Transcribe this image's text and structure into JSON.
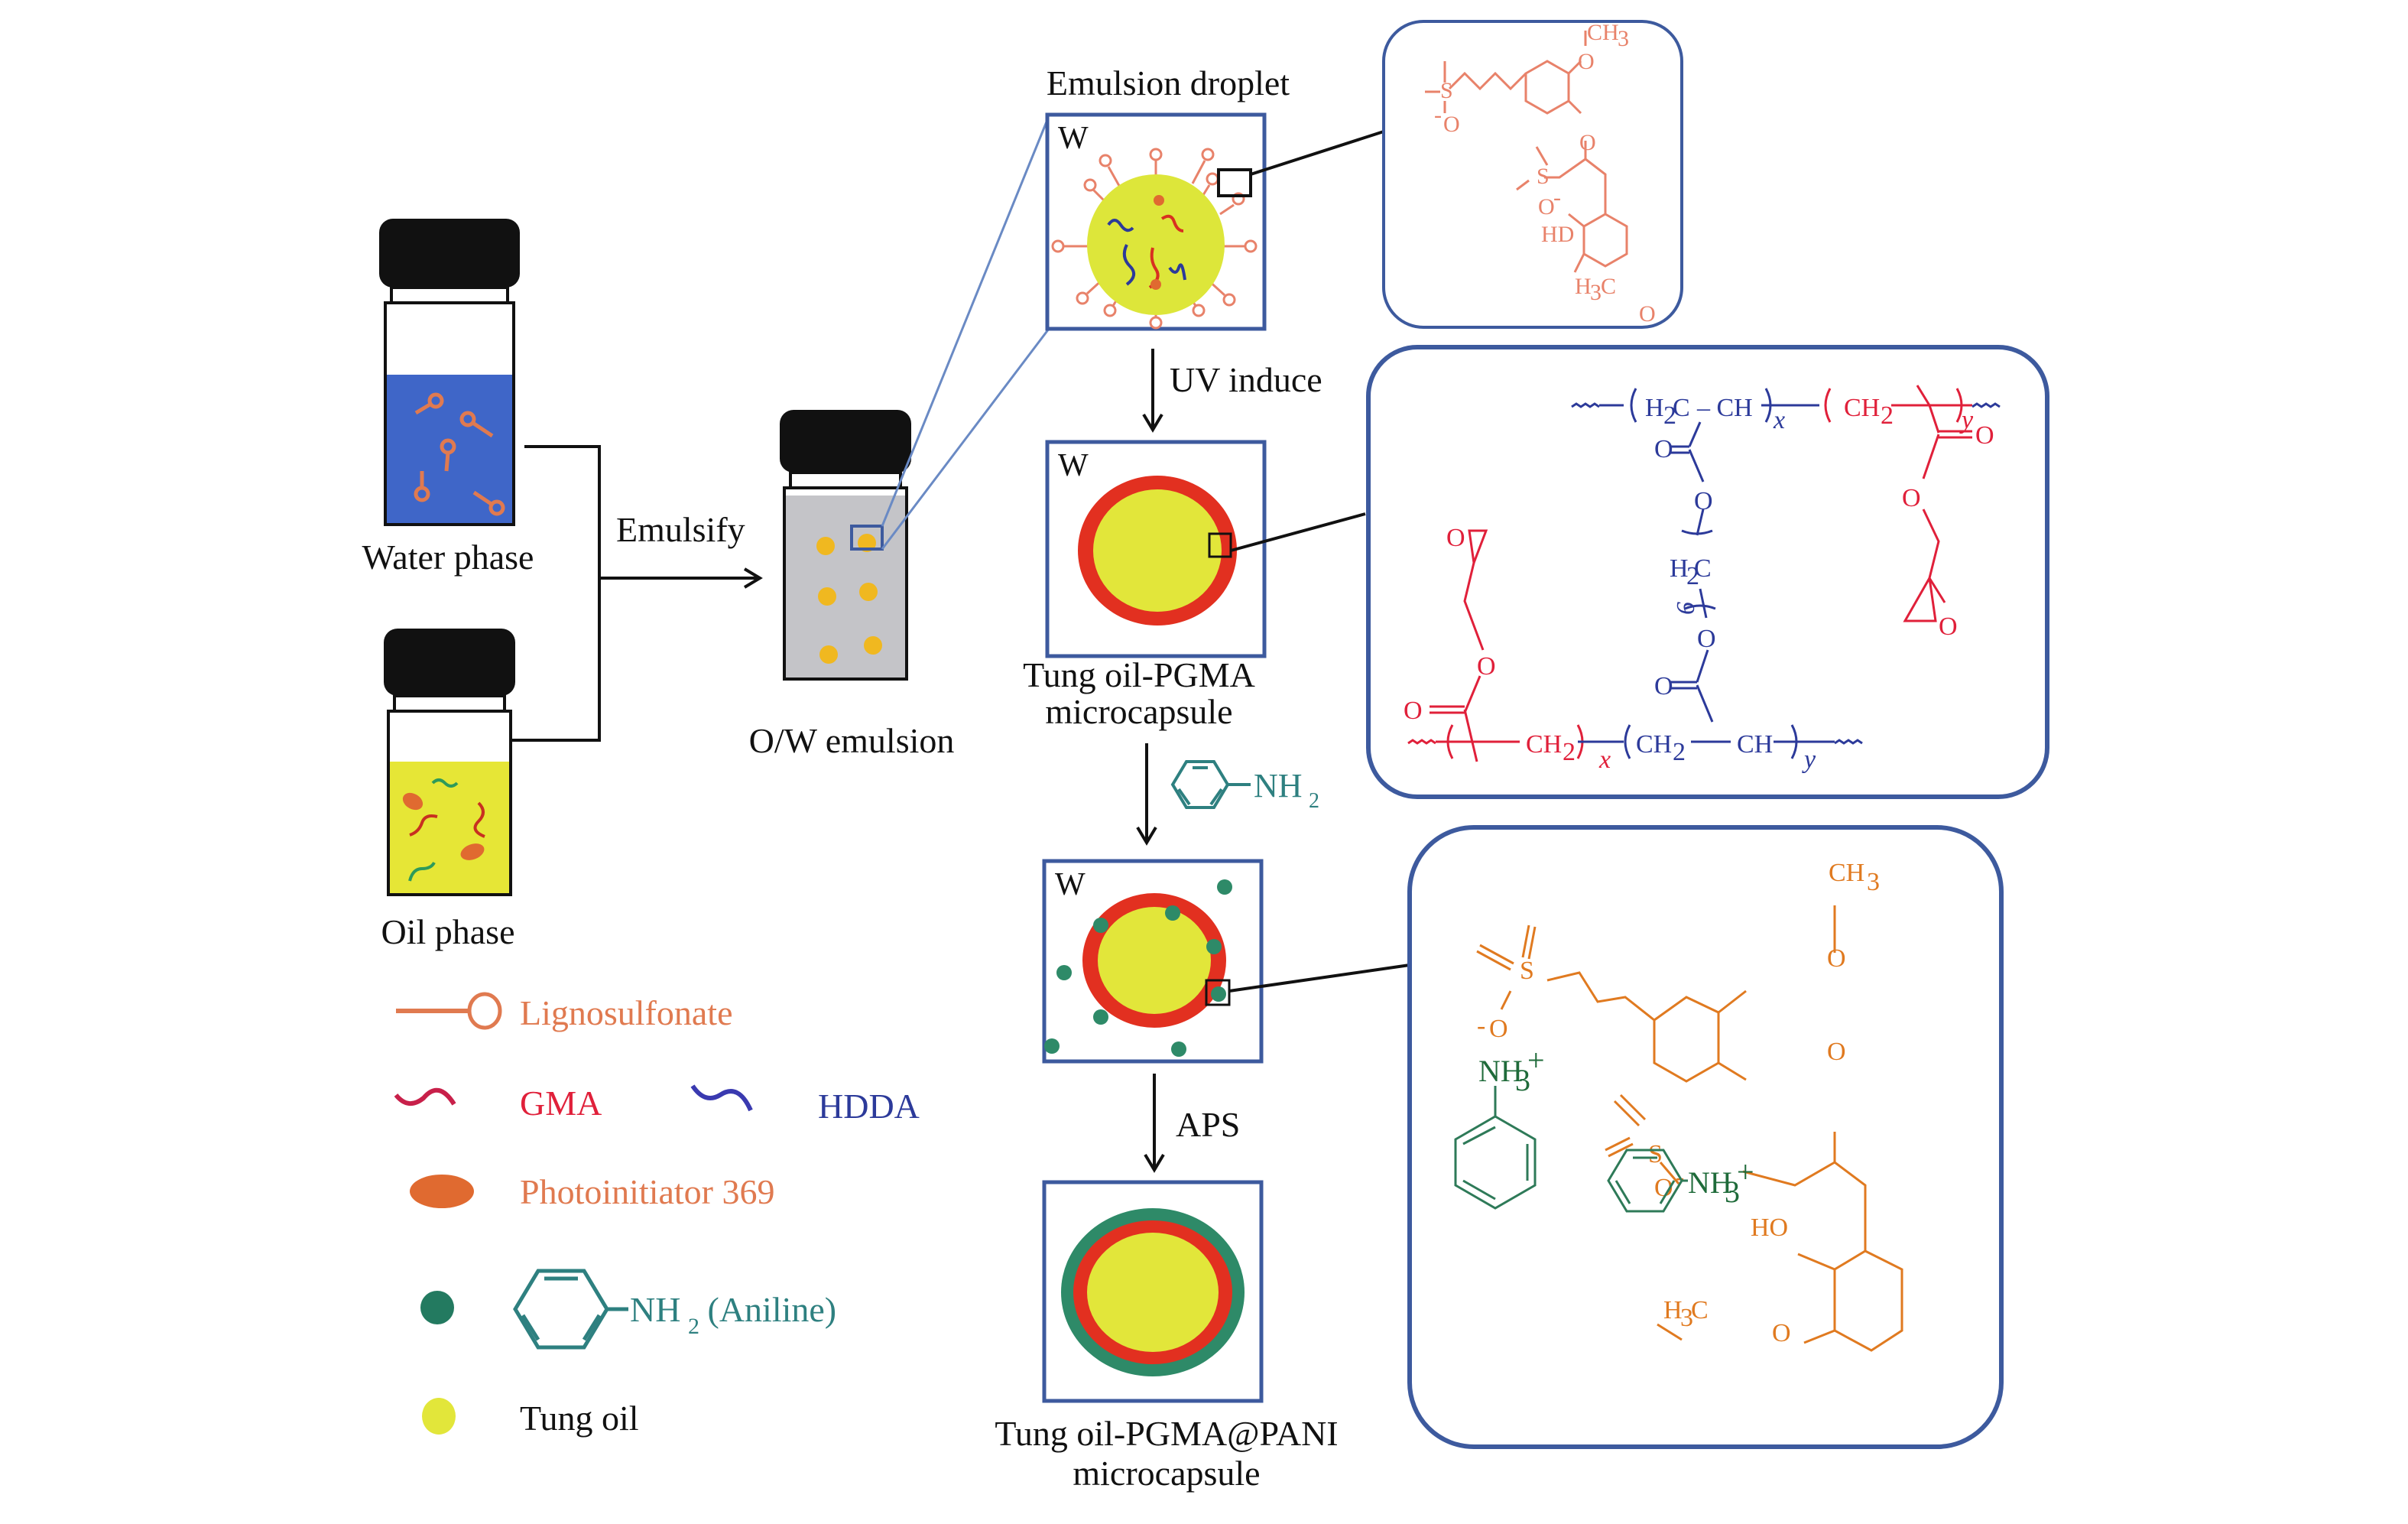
{
  "vials": {
    "water": {
      "label": "Water phase",
      "liquid_color": "#3f66c8"
    },
    "oil": {
      "label": "Oil phase",
      "liquid_color": "#e6e636"
    },
    "emulsion": {
      "label": "O/W emulsion",
      "liquid_color": "#c4c4c8"
    }
  },
  "process": {
    "emulsify_label": "Emulsify",
    "uv_label": "UV induce",
    "aps_label": "APS",
    "aniline_label": "NH",
    "aniline_sub": "2"
  },
  "stages": {
    "droplet": {
      "title": "Emulsion droplet",
      "phase_mark": "W"
    },
    "pgma": {
      "phase_mark": "W",
      "caption_line1": "Tung oil-PGMA",
      "caption_line2": "microcapsule"
    },
    "aniline": {
      "phase_mark": "W"
    },
    "pani": {
      "caption_line1": "Tung oil-PGMA@PANI",
      "caption_line2": "microcapsule"
    }
  },
  "structures": {
    "lignosulfonate": {
      "ch3": "CH",
      "sub3": "3",
      "o": "O",
      "o_minus": "O",
      "s": "S",
      "hd": "HD",
      "h3c": "H",
      "c": "C",
      "minus": "-"
    },
    "polymer": {
      "h2c": "H",
      "c": "C",
      "dash_ch": "– CH",
      "ch2": "CH",
      "sub2": "2",
      "x": "x",
      "y": "y",
      "o": "O",
      "n6": "6",
      "ch": "CH"
    },
    "pani_complex": {
      "ch3": "CH",
      "sub3": "3",
      "o": "O",
      "s": "S",
      "nh3": "NH",
      "plus": "+",
      "ho": "HO",
      "h3c": "H",
      "c": "C",
      "minus": "-"
    }
  },
  "legend": [
    {
      "icon": "lignosulfonate-icon",
      "label": "Lignosulfonate",
      "color": "#e07a50"
    },
    {
      "icon": "gma-icon",
      "label": "GMA",
      "color": "#e0203a"
    },
    {
      "icon": "hdda-icon",
      "label": "HDDA",
      "color": "#2c3a9a"
    },
    {
      "icon": "photoinitiator-icon",
      "label": "Photoinitiator 369",
      "color": "#e07a50"
    },
    {
      "icon": "aniline-icon",
      "label": "NH",
      "sub": "2",
      "suffix": " (Aniline)",
      "color": "#2e8080"
    },
    {
      "icon": "tung-oil-icon",
      "label": "Tung oil",
      "color": "#111111"
    }
  ],
  "colors": {
    "panel_border": "#3d5a9e",
    "tung_oil": "#e2e63a",
    "shell_red": "#e23020",
    "pani_green": "#2e8a68",
    "lignin": "#e8826a"
  }
}
